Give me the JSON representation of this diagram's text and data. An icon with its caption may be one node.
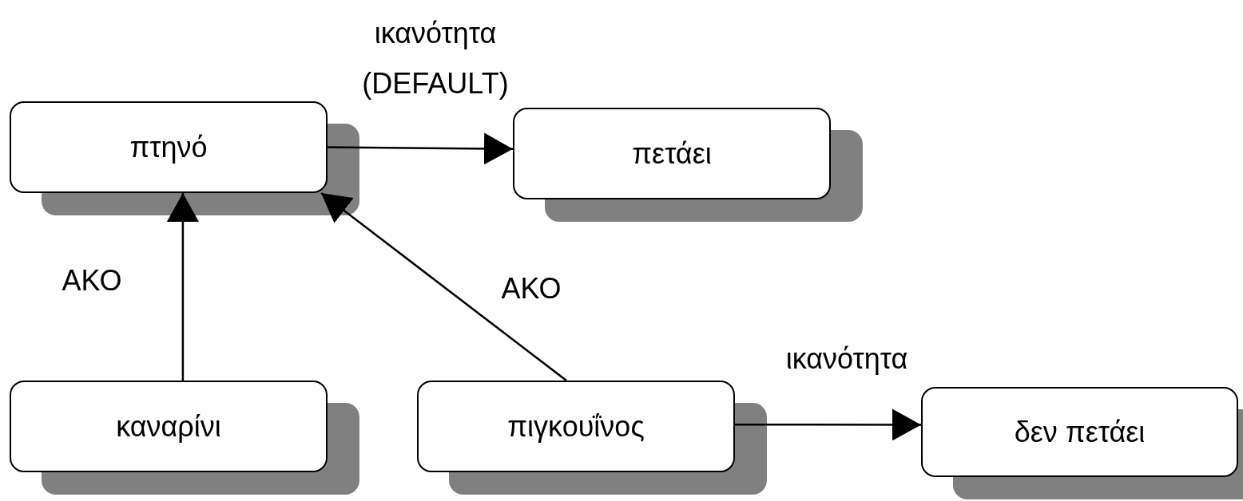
{
  "diagram": {
    "nodes": [
      {
        "text": [
          "πτηνό"
        ]
      },
      {
        "text": [
          "πετάει"
        ]
      },
      {
        "text": [
          "καναρίνι"
        ]
      },
      {
        "text": [
          "πιγκουΐνος"
        ]
      },
      {
        "text": [
          "δεν πετάει"
        ]
      }
    ],
    "edges": [
      {
        "from": 0,
        "to": 1,
        "arrow": "to",
        "label": "ικανότητα (DEFAULT)"
      },
      {
        "from": 2,
        "to": 0,
        "arrow": "to",
        "label": "ΑΚΟ"
      },
      {
        "from": 3,
        "to": 0,
        "arrow": "to",
        "label": "ΑΚΟ"
      },
      {
        "from": 3,
        "to": 4,
        "arrow": "to",
        "label": "ικανότητα"
      }
    ]
  }
}
